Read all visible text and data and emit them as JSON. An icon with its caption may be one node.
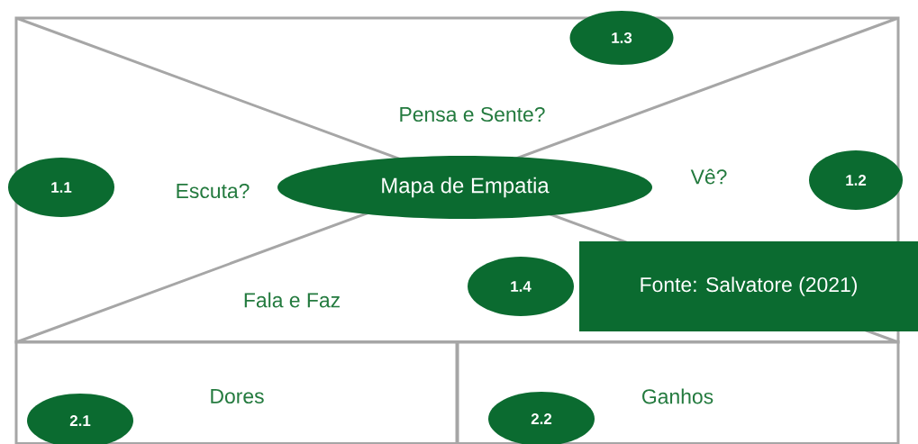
{
  "diagram": {
    "nodes": [
      {
        "text": [
          "1.3"
        ]
      },
      {
        "text": [
          "1.1"
        ]
      },
      {
        "text": [
          "Mapa de Empatia"
        ]
      },
      {
        "text": [
          "1.2"
        ]
      },
      {
        "text": [
          "1.4"
        ]
      },
      {
        "text": [
          "Fonte: Salvatore (2021)"
        ]
      },
      {
        "text": [
          "Dores"
        ]
      },
      {
        "text": [
          "2.1"
        ],
        "in": 6
      },
      {
        "text": [
          "Ganhos"
        ]
      },
      {
        "text": [
          "2.2"
        ],
        "in": 8
      }
    ],
    "labels": [
      "Pensa e Sente?",
      "Escuta?",
      "Vê?",
      "Fala e Faz"
    ]
  }
}
